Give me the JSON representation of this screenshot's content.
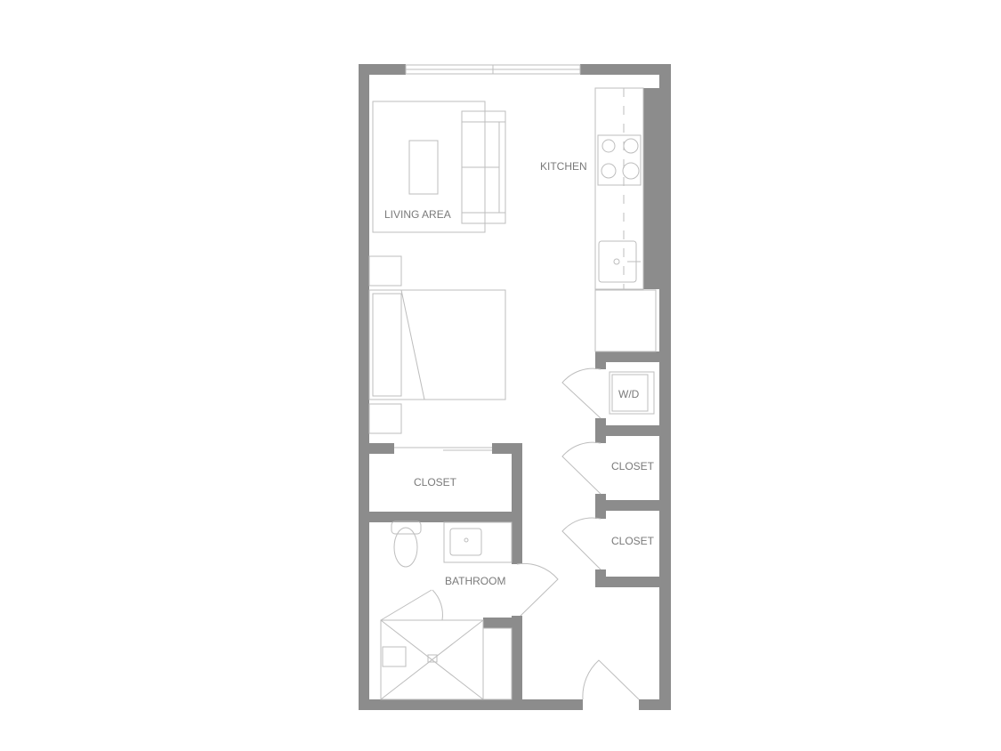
{
  "floorplan": {
    "rooms": {
      "living_area": "LIVING AREA",
      "kitchen": "KITCHEN",
      "washer_dryer": "W/D",
      "closet_left": "CLOSET",
      "closet_right_1": "CLOSET",
      "closet_right_2": "CLOSET",
      "bathroom": "BATHROOM"
    },
    "colors": {
      "wall": "#8c8c8c",
      "fixture_line": "#bdbdbd",
      "label": "#7a7a7a",
      "background": "#ffffff"
    }
  }
}
